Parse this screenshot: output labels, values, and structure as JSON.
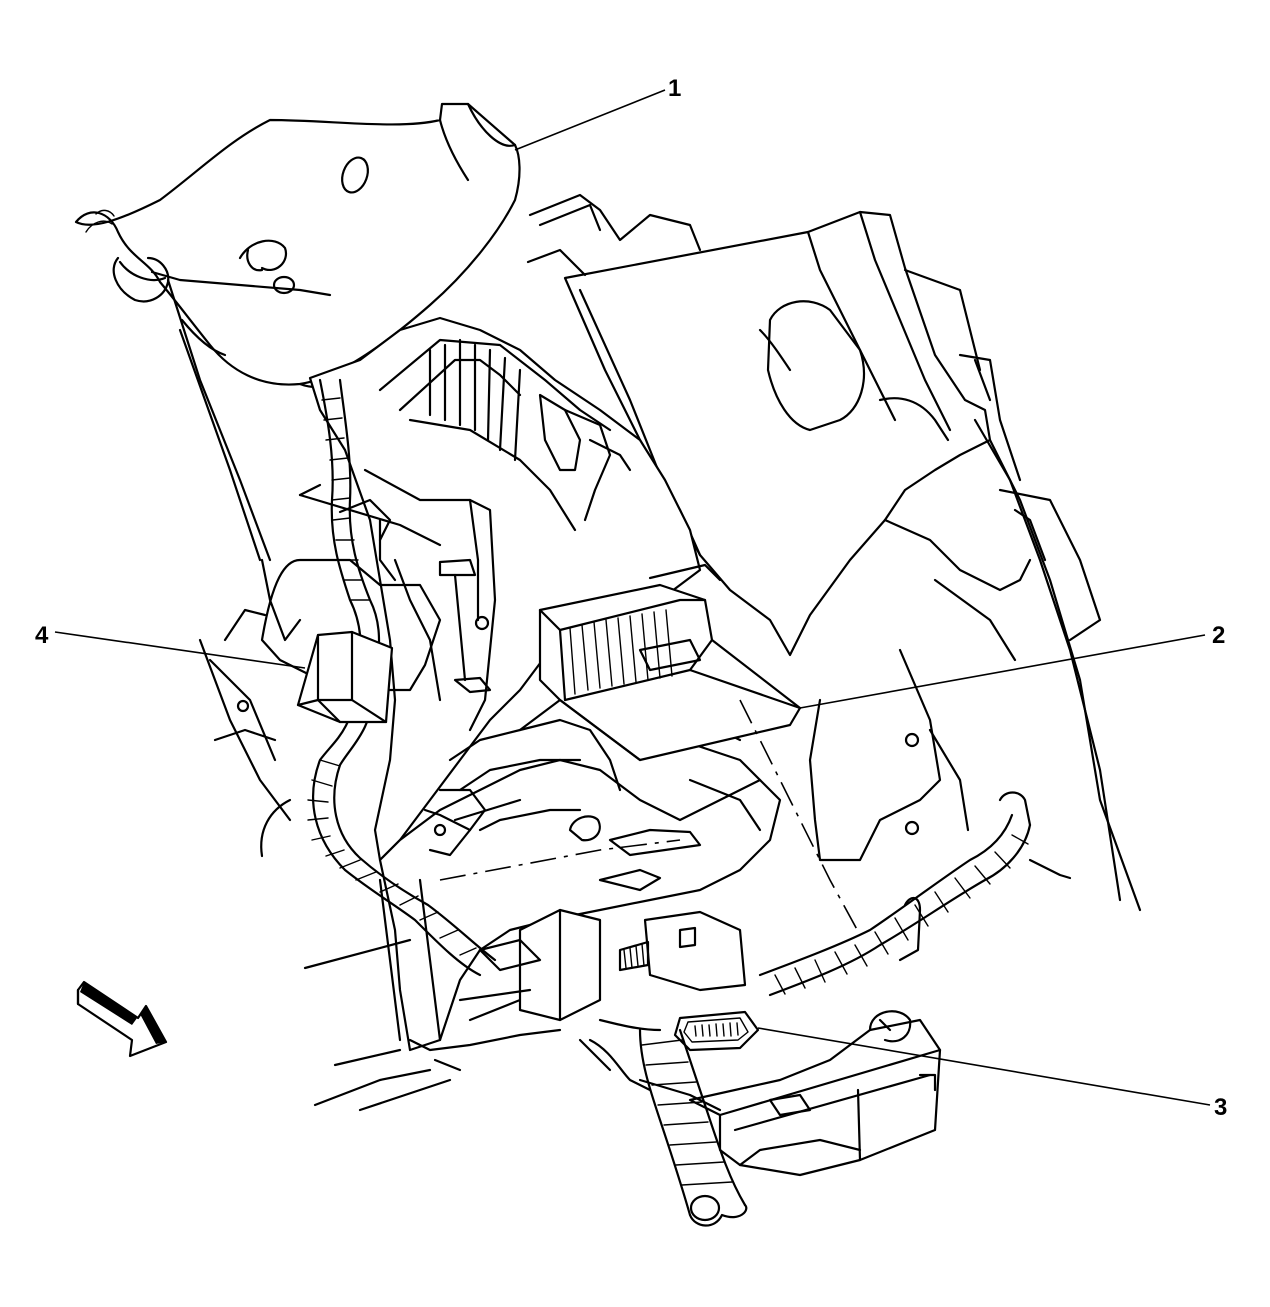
{
  "callouts": [
    {
      "id": "1",
      "label": "1"
    },
    {
      "id": "2",
      "label": "2"
    },
    {
      "id": "3",
      "label": "3"
    },
    {
      "id": "4",
      "label": "4"
    }
  ],
  "orientation_arrow": {
    "icon": "forward-direction-arrow-icon"
  },
  "colors": {
    "line": "#000000",
    "background": "#ffffff"
  }
}
